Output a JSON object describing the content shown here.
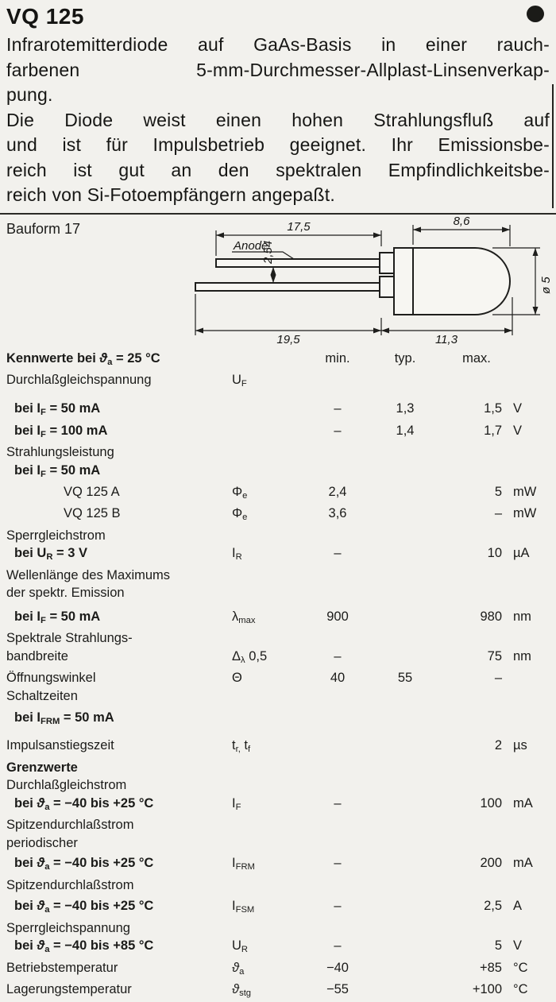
{
  "page": {
    "title": "VQ 125"
  },
  "intro": {
    "paragraphs": [
      [
        "Infrarotemitterdiode auf GaAs-Basis in einer rauch-",
        "farbenen 5-mm-Durchmesser-Allplast-Linsenverkap-",
        "pung."
      ],
      [
        "Die Diode weist einen hohen Strahlungsfluß auf",
        "und ist für Impulsbetrieb geeignet. Ihr Emissionsbe-",
        "reich ist gut an den spektralen Empfindlichkeitsbe-",
        "reich von Si-Fotoempfängern angepaßt."
      ]
    ]
  },
  "drawing": {
    "bauform": "Bauform 17",
    "anode": "Anode",
    "dims": {
      "top_left": "17,5",
      "top_right": "8,6",
      "lead_pitch": "2,54",
      "bottom_left": "19,5",
      "bottom_right": "11,3",
      "diameter": "ø 5"
    }
  },
  "table": {
    "rows": [
      {
        "header": true,
        "label": [
          {
            "t": "Kennwerte",
            "b": true
          },
          {
            "t": "  bei ",
            "b": true
          },
          {
            "t": "ϑ",
            "b": true,
            "i": true
          },
          {
            "t": "a",
            "b": true,
            "sub": true
          },
          {
            "t": " = 25 °C",
            "b": true
          }
        ],
        "min": "min.",
        "typ": "typ.",
        "max": "max."
      },
      {
        "label": [
          {
            "t": "Durchlaßgleichspannung"
          }
        ],
        "sym": [
          {
            "t": "U"
          },
          {
            "t": "F",
            "sub": true
          }
        ]
      },
      {
        "indent": 1,
        "bold": true,
        "mt": 9,
        "label": [
          {
            "t": "bei I"
          },
          {
            "t": "F",
            "sub": true
          },
          {
            "t": " =  50 mA"
          }
        ],
        "min": "–",
        "typ": "1,3",
        "max": "1,5",
        "unit": "V"
      },
      {
        "indent": 1,
        "bold": true,
        "label": [
          {
            "t": "bei I"
          },
          {
            "t": "F",
            "sub": true
          },
          {
            "t": " = 100 mA"
          }
        ],
        "min": "–",
        "typ": "1,4",
        "max": "1,7",
        "unit": "V"
      },
      {
        "label": [
          {
            "t": "Strahlungsleistung"
          }
        ]
      },
      {
        "indent": 1,
        "bold": true,
        "label": [
          {
            "t": "bei I"
          },
          {
            "t": "F",
            "sub": true
          },
          {
            "t": " = 50 mA"
          }
        ]
      },
      {
        "indent": 2,
        "label": [
          {
            "t": "VQ 125 A"
          }
        ],
        "sym": [
          {
            "t": "Φ"
          },
          {
            "t": "e",
            "sub": true
          }
        ],
        "min": "2,4",
        "max": "5",
        "unit": "mW"
      },
      {
        "indent": 2,
        "label": [
          {
            "t": "VQ 125 B"
          }
        ],
        "sym": [
          {
            "t": "Φ"
          },
          {
            "t": "e",
            "sub": true
          }
        ],
        "min": "3,6",
        "max": "–",
        "unit": "mW"
      },
      {
        "label": [
          {
            "t": "Sperrgleichstrom"
          }
        ]
      },
      {
        "indent": 1,
        "bold": true,
        "label": [
          {
            "t": "bei U"
          },
          {
            "t": "R",
            "sub": true
          },
          {
            "t": " = 3 V"
          }
        ],
        "sym": [
          {
            "t": "I"
          },
          {
            "t": "R",
            "sub": true
          }
        ],
        "min": "–",
        "max": "10",
        "unit": "µA"
      },
      {
        "label": [
          {
            "t": "Wellenlänge des Maximums"
          }
        ]
      },
      {
        "label": [
          {
            "t": "der spektr. Emission"
          }
        ]
      },
      {
        "indent": 1,
        "bold": true,
        "mt": 7,
        "label": [
          {
            "t": "bei I"
          },
          {
            "t": "F",
            "sub": true
          },
          {
            "t": " = 50 mA"
          }
        ],
        "sym": [
          {
            "t": "λ"
          },
          {
            "t": "max",
            "sub": true
          }
        ],
        "min": "900",
        "max": "980",
        "unit": "nm"
      },
      {
        "label": [
          {
            "t": "Spektrale Strahlungs-"
          }
        ]
      },
      {
        "label": [
          {
            "t": "bandbreite"
          }
        ],
        "sym": [
          {
            "t": "Δ"
          },
          {
            "t": "λ",
            "sub": true
          },
          {
            "t": " 0,5"
          }
        ],
        "min": "–",
        "max": "75",
        "unit": "nm"
      },
      {
        "label": [
          {
            "t": "Öffnungswinkel"
          }
        ],
        "sym": [
          {
            "t": "Θ"
          }
        ],
        "min": "40",
        "typ": "55",
        "max": "–"
      },
      {
        "label": [
          {
            "t": "Schaltzeiten"
          }
        ]
      },
      {
        "indent": 1,
        "bold": true,
        "mt": 5,
        "label": [
          {
            "t": "bei I"
          },
          {
            "t": "FRM",
            "sub": true
          },
          {
            "t": " = 50 mA"
          }
        ]
      },
      {
        "mt": 8,
        "label": [
          {
            "t": "Impulsanstiegszeit"
          }
        ],
        "sym": [
          {
            "t": "t"
          },
          {
            "t": "r,",
            "sub": true
          },
          {
            "t": " t"
          },
          {
            "t": "f",
            "sub": true
          }
        ],
        "max": "2",
        "unit": "µs"
      },
      {
        "bold": true,
        "label": [
          {
            "t": "Grenzwerte",
            "b": true
          }
        ]
      },
      {
        "label": [
          {
            "t": "Durchlaßgleichstrom"
          }
        ]
      },
      {
        "indent": 1,
        "bold": true,
        "label": [
          {
            "t": "bei  "
          },
          {
            "t": "ϑ",
            "i": true
          },
          {
            "t": "a",
            "sub": true
          },
          {
            "t": " = −40 bis +25 °C"
          }
        ],
        "sym": [
          {
            "t": "I"
          },
          {
            "t": "F",
            "sub": true
          }
        ],
        "min": "–",
        "max": "100",
        "unit": "mA"
      },
      {
        "label": [
          {
            "t": "Spitzendurchlaßstrom"
          }
        ]
      },
      {
        "label": [
          {
            "t": "periodischer"
          }
        ]
      },
      {
        "indent": 1,
        "bold": true,
        "mt": 3,
        "label": [
          {
            "t": "bei  "
          },
          {
            "t": "ϑ",
            "i": true
          },
          {
            "t": "a",
            "sub": true
          },
          {
            "t": " = −40 bis +25 °C"
          }
        ],
        "sym": [
          {
            "t": "I"
          },
          {
            "t": "FRM",
            "sub": true
          }
        ],
        "min": "–",
        "max": "200",
        "unit": "mA"
      },
      {
        "label": [
          {
            "t": "Spitzendurchlaßstrom"
          }
        ]
      },
      {
        "indent": 1,
        "bold": true,
        "mt": 4,
        "label": [
          {
            "t": "bei  "
          },
          {
            "t": "ϑ",
            "i": true
          },
          {
            "t": "a",
            "sub": true
          },
          {
            "t": " = −40 bis +25 °C"
          }
        ],
        "sym": [
          {
            "t": "I"
          },
          {
            "t": "FSM",
            "sub": true
          }
        ],
        "min": "–",
        "max": "2,5",
        "unit": "A"
      },
      {
        "label": [
          {
            "t": "Sperrgleichspannung"
          }
        ]
      },
      {
        "indent": 1,
        "bold": true,
        "label": [
          {
            "t": "bei "
          },
          {
            "t": "ϑ",
            "i": true
          },
          {
            "t": "a",
            "sub": true
          },
          {
            "t": " = −40 bis +85 °C"
          }
        ],
        "sym": [
          {
            "t": "U"
          },
          {
            "t": "R",
            "sub": true
          }
        ],
        "min": "–",
        "max": "5",
        "unit": "V"
      },
      {
        "label": [
          {
            "t": "Betriebstemperatur"
          }
        ],
        "sym": [
          {
            "t": "ϑ",
            "i": true
          },
          {
            "t": "a",
            "sub": true
          }
        ],
        "min": "−40",
        "max": "+85",
        "unit": "°C"
      },
      {
        "label": [
          {
            "t": "Lagerungstemperatur"
          }
        ],
        "sym": [
          {
            "t": "ϑ",
            "i": true
          },
          {
            "t": "stg",
            "sub": true
          }
        ],
        "min": "−55",
        "max": "+100",
        "unit": "°C"
      }
    ]
  }
}
